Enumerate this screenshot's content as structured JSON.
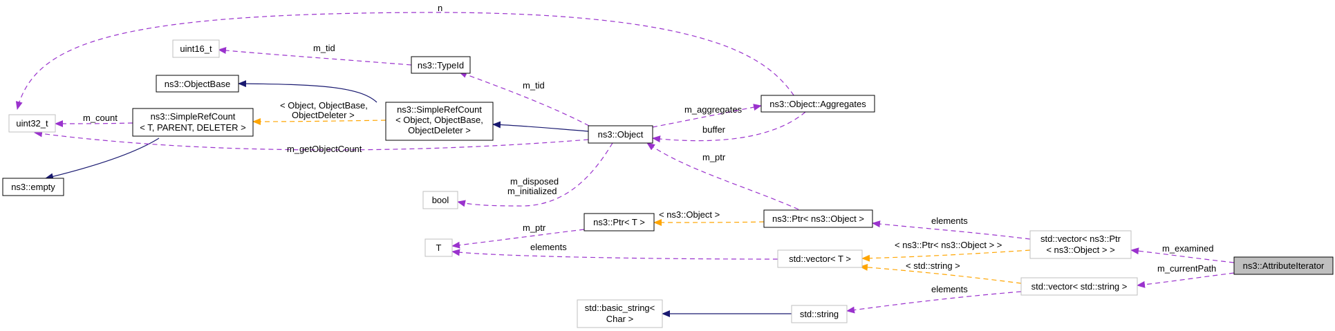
{
  "nodes": {
    "uint16": "uint16_t",
    "typeid": "ns3::TypeId",
    "objectbase": "ns3::ObjectBase",
    "uint32": "uint32_t",
    "simplerefcount_t": [
      "ns3::SimpleRefCount",
      "< T, PARENT, DELETER >"
    ],
    "simplerefcount_obj": [
      "ns3::SimpleRefCount",
      "< Object, ObjectBase,",
      "ObjectDeleter >"
    ],
    "object": "ns3::Object",
    "aggregates": "ns3::Object::Aggregates",
    "empty": "ns3::empty",
    "bool": "bool",
    "ptr_t": "ns3::Ptr< T >",
    "ptr_object": "ns3::Ptr< ns3::Object >",
    "t": "T",
    "vector_t": "std::vector< T >",
    "vector_ptr": [
      "std::vector< ns3::Ptr",
      "< ns3::Object > >"
    ],
    "vector_string": "std::vector< std::string >",
    "attributeiterator": "ns3::AttributeIterator",
    "basic_string": [
      "std::basic_string<",
      "Char >"
    ],
    "string": "std::string"
  },
  "edge_labels": {
    "n": "n",
    "m_tid_1": "m_tid",
    "m_tid_2": "m_tid",
    "m_count": "m_count",
    "template_simplerefcount": [
      "< Object, ObjectBase,",
      "ObjectDeleter >"
    ],
    "m_aggregates": "m_aggregates",
    "buffer": "buffer",
    "m_getObjectCount": "m_getObjectCount",
    "m_ptr_1": "m_ptr",
    "m_disposed": [
      "m_disposed",
      "m_initialized"
    ],
    "template_ptr": "< ns3::Object >",
    "m_ptr_2": "m_ptr",
    "elements_1": "elements",
    "elements_2": "elements",
    "template_vector_ptr": "< ns3::Ptr< ns3::Object > >",
    "template_vector_string": "< std::string >",
    "elements_3": "elements",
    "m_examined": "m_examined",
    "m_currentPath": "m_currentPath"
  },
  "colors": {
    "member_edge": "#9a32cd",
    "template_edge": "#ffa500",
    "inherit_edge": "#191970",
    "box_border": "#000000",
    "box_border_external": "#bfbfbf",
    "highlight_fill": "#bfbfbf"
  }
}
